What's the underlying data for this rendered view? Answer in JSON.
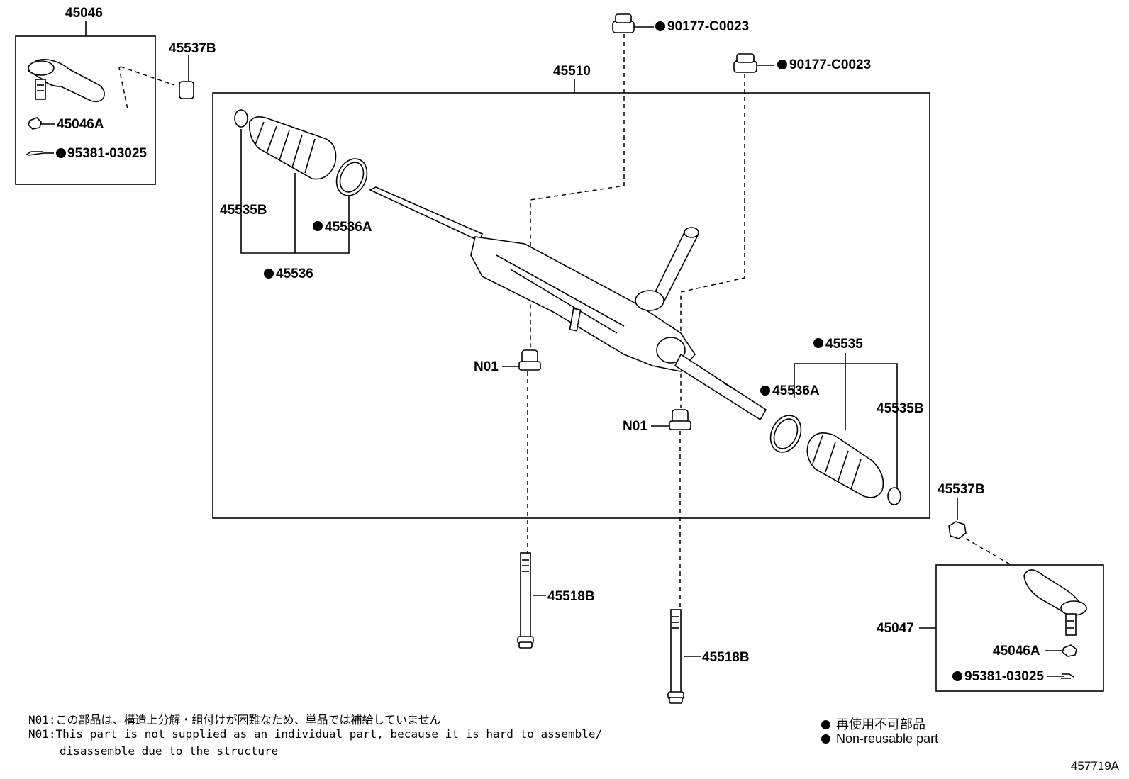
{
  "callouts": {
    "c45046": "45046",
    "c45537B_left": "45537B",
    "c45046A_left": "45046A",
    "c95381_left": "95381-03025",
    "c45510": "45510",
    "c90177_top": "90177-C0023",
    "c90177_mid": "90177-C0023",
    "c45535B_left": "45535B",
    "c45536A_left": "45536A",
    "c45536": "45536",
    "cN01_left": "N01",
    "cN01_right": "N01",
    "c45535": "45535",
    "c45536A_right": "45536A",
    "c45535B_right": "45535B",
    "c45537B_right": "45537B",
    "c45047": "45047",
    "c45046A_right": "45046A",
    "c95381_right": "95381-03025",
    "c45518B_left": "45518B",
    "c45518B_right": "45518B"
  },
  "notes": {
    "jp": "N01:この部品は、構造上分解・組付けが困難なため、単品では補給していません",
    "en_line1": "N01:This part is not supplied as an individual part, because it is hard to assemble/",
    "en_line2": "disassemble due to the structure"
  },
  "legend": {
    "jp": "再使用不可部品",
    "en": "Non-reusable part"
  },
  "diagram_code": "457719A"
}
